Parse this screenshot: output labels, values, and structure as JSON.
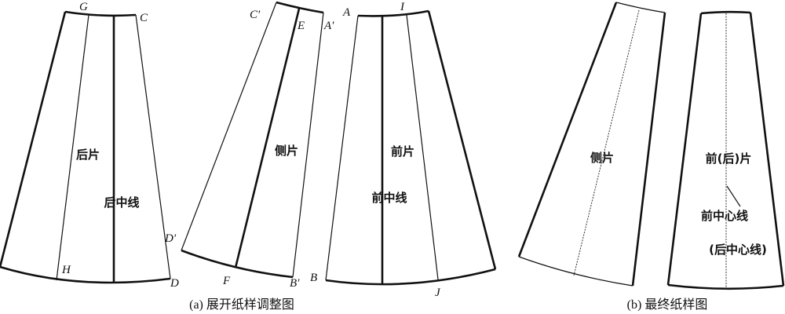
{
  "points": {
    "G": "G",
    "C": "C",
    "C_prime": "C′",
    "E": "E",
    "A_prime": "A′",
    "A": "A",
    "I": "I",
    "D_prime": "D′",
    "H": "H",
    "D": "D",
    "F": "F",
    "B_prime": "B′",
    "B": "B",
    "J": "J"
  },
  "panel_a": {
    "back_piece": "后片",
    "back_center_line": "后中线",
    "side_piece": "侧片",
    "front_piece": "前片",
    "front_center_line": "前中线",
    "caption": "(a) 展开纸样调整图"
  },
  "panel_b": {
    "side_piece": "侧片",
    "front_back_piece": "前(后)片",
    "front_center_line": "前中心线",
    "back_center_line": "(后中心线)",
    "caption": "(b) 最终纸样图"
  }
}
